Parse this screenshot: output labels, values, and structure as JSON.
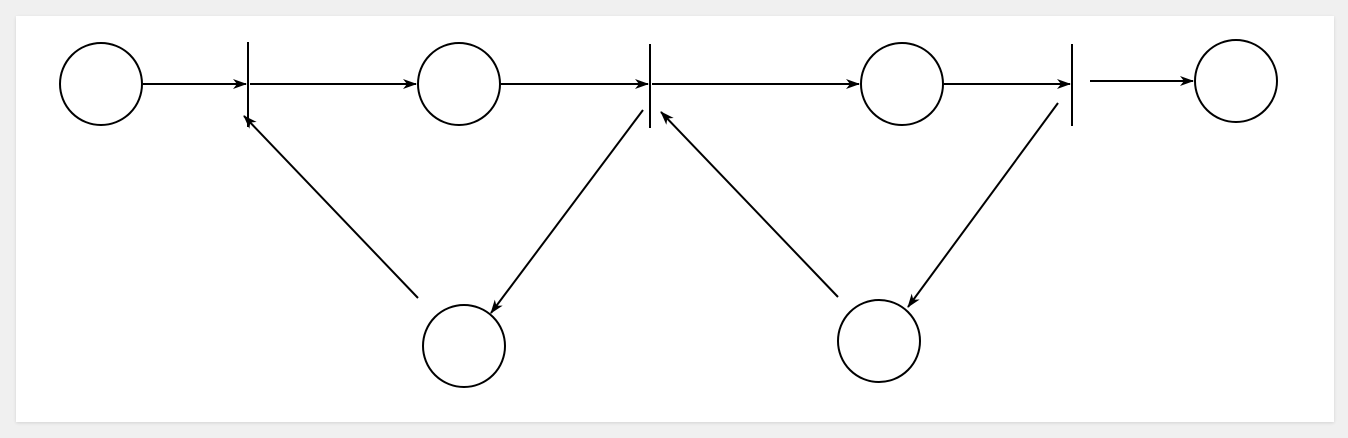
{
  "diagram": {
    "type": "petri-net",
    "colors": {
      "stroke": "#000000",
      "node_fill": "#ffffff",
      "background": "#ffffff",
      "page_background": "#f0f0f0"
    },
    "places": [
      {
        "id": "p1",
        "label": ""
      },
      {
        "id": "p2",
        "label": ""
      },
      {
        "id": "p3",
        "label": ""
      },
      {
        "id": "p4",
        "label": ""
      },
      {
        "id": "p5",
        "label": ""
      },
      {
        "id": "p6",
        "label": ""
      }
    ],
    "transitions": [
      {
        "id": "t1",
        "label": ""
      },
      {
        "id": "t2",
        "label": ""
      },
      {
        "id": "t3",
        "label": ""
      }
    ],
    "arcs": [
      {
        "from": "p1",
        "to": "t1"
      },
      {
        "from": "t1",
        "to": "p2"
      },
      {
        "from": "p2",
        "to": "t2"
      },
      {
        "from": "t2",
        "to": "p3"
      },
      {
        "from": "p3",
        "to": "t3"
      },
      {
        "from": "t3",
        "to": "p4"
      },
      {
        "from": "t2",
        "to": "p5"
      },
      {
        "from": "p5",
        "to": "t1"
      },
      {
        "from": "t3",
        "to": "p6"
      },
      {
        "from": "p6",
        "to": "t2"
      }
    ]
  }
}
